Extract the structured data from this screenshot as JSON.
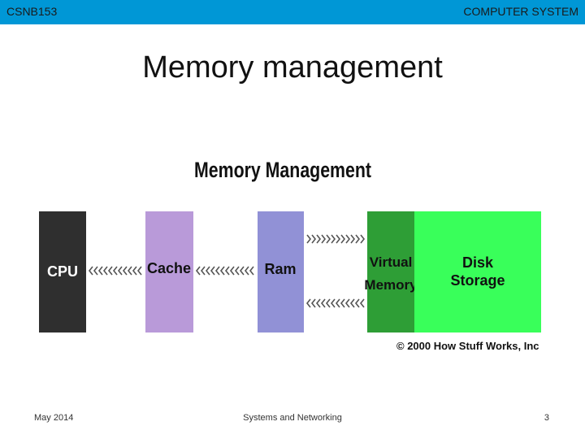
{
  "header": {
    "course_code": "CSNB153",
    "course_name": "COMPUTER SYSTEM",
    "bar_color": "#0097d6"
  },
  "slide": {
    "title": "Memory management"
  },
  "diagram": {
    "heading": "Memory Management",
    "copyright": "© 2000 How Stuff Works, Inc",
    "blocks": {
      "cpu": {
        "line1": "CPU",
        "color": "#2f2f2f"
      },
      "cache": {
        "line1": "Cache",
        "color": "#b99ad9"
      },
      "ram": {
        "line1": "Ram",
        "color": "#9191d6"
      },
      "virtual": {
        "line1": "Virtual",
        "line2": "Memory",
        "color": "#2e9e36"
      },
      "disk": {
        "line1": "Disk",
        "line2": "Storage",
        "color": "#39ff5a"
      }
    },
    "arrow_color": "#555555"
  },
  "footer": {
    "date": "May 2014",
    "subject": "Systems and Networking",
    "page_number": "3"
  }
}
